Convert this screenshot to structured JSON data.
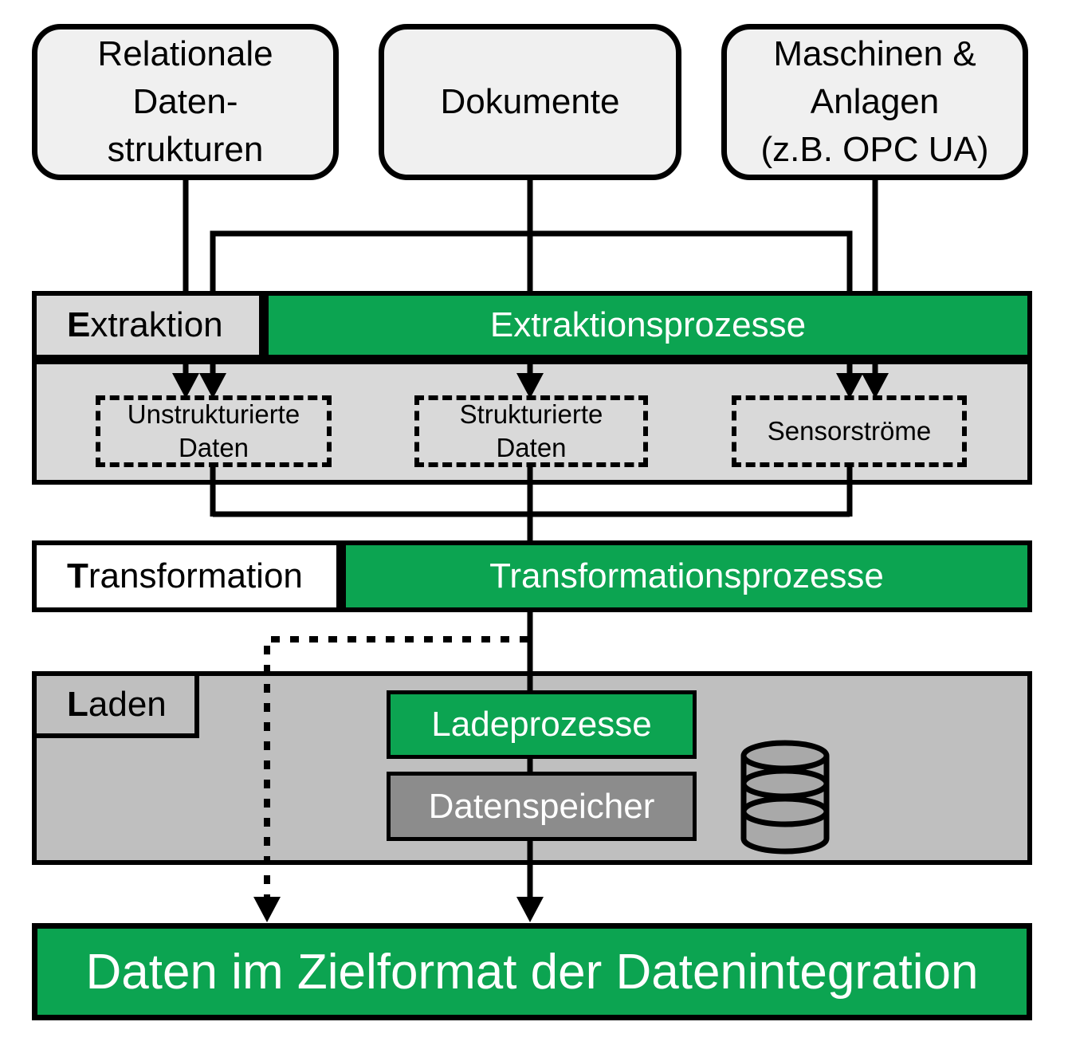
{
  "sources": {
    "relational": {
      "lines": [
        "Relationale",
        "Daten-",
        "strukturen"
      ]
    },
    "documents": {
      "lines": [
        "Dokumente"
      ]
    },
    "machines": {
      "lines": [
        "Maschinen &",
        "Anlagen",
        "(z.B. OPC UA)"
      ]
    }
  },
  "extraction": {
    "label_bold": "E",
    "label_rest": "xtraktion",
    "process_label": "Extraktionsprozesse",
    "outputs": {
      "unstructured": {
        "lines": [
          "Unstrukturierte",
          "Daten"
        ]
      },
      "structured": {
        "lines": [
          "Strukturierte",
          "Daten"
        ]
      },
      "sensor": {
        "lines": [
          "Sensorströme"
        ]
      }
    }
  },
  "transformation": {
    "label_bold": "T",
    "label_rest": "ransformation",
    "process_label": "Transformationsprozesse"
  },
  "load": {
    "label_bold": "L",
    "label_rest": "aden",
    "process_label": "Ladeprozesse",
    "storage_label": "Datenspeicher",
    "icon": "database-cylinder-icon"
  },
  "target": {
    "label": "Daten im Zielformat der Datenintegration"
  },
  "colors": {
    "accent_green": "#0ca451",
    "source_box_gray": "#f0f0f0",
    "extraction_body_gray": "#d9d9d9",
    "load_section_gray": "#bfbfbf",
    "storage_gray": "#8c8c8c",
    "cylinder_gray": "#a9a9a9",
    "line_black": "#000000",
    "text_white": "#ffffff"
  }
}
